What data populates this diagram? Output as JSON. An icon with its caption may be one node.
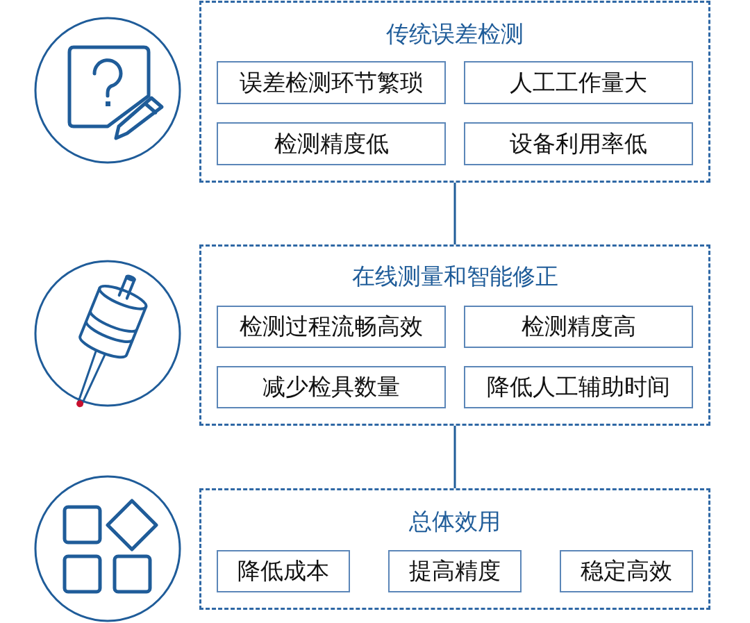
{
  "diagram": {
    "nodes": [
      {
        "text": [
          "传统误差检测"
        ]
      },
      {
        "text": [
          "误差检测环节繁琐"
        ],
        "in": 0
      },
      {
        "text": [
          "人工工作量大"
        ],
        "in": 0
      },
      {
        "text": [
          "检测精度低"
        ],
        "in": 0
      },
      {
        "text": [
          "设备利用率低"
        ],
        "in": 0
      },
      {
        "text": [
          "在线测量和智能修正"
        ]
      },
      {
        "text": [
          "检测过程流畅高效"
        ],
        "in": 5
      },
      {
        "text": [
          "检测精度高"
        ],
        "in": 5
      },
      {
        "text": [
          "减少检具数量"
        ],
        "in": 5
      },
      {
        "text": [
          "降低人工辅助时间"
        ],
        "in": 5
      },
      {
        "text": [
          "总体效用"
        ]
      },
      {
        "text": [
          "降低成本"
        ],
        "in": 10
      },
      {
        "text": [
          "提高精度"
        ],
        "in": 10
      },
      {
        "text": [
          "稳定高效"
        ],
        "in": 10
      }
    ],
    "edges": [
      {
        "from": 0,
        "to": 5,
        "arrow": "none"
      },
      {
        "from": 5,
        "to": 10,
        "arrow": "none"
      }
    ]
  }
}
